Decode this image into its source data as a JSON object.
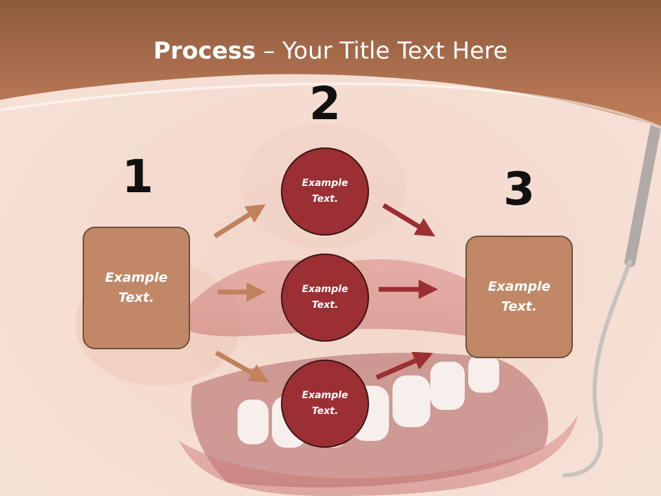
{
  "title": {
    "bold": "Process",
    "light": "– Your Title Text Here"
  },
  "steps": [
    {
      "number": "1",
      "box_text": "Example Text."
    },
    {
      "number": "2",
      "circles": [
        "Example Text.",
        "Example Text.",
        "Example Text."
      ]
    },
    {
      "number": "3",
      "box_text": "Example Text."
    }
  ],
  "colors": {
    "header_brown": "#b87656",
    "box_fill": "#c08866",
    "circle_fill": "#9b2f33",
    "arrow_light": "#c0825e",
    "arrow_dark": "#9b2f33"
  }
}
